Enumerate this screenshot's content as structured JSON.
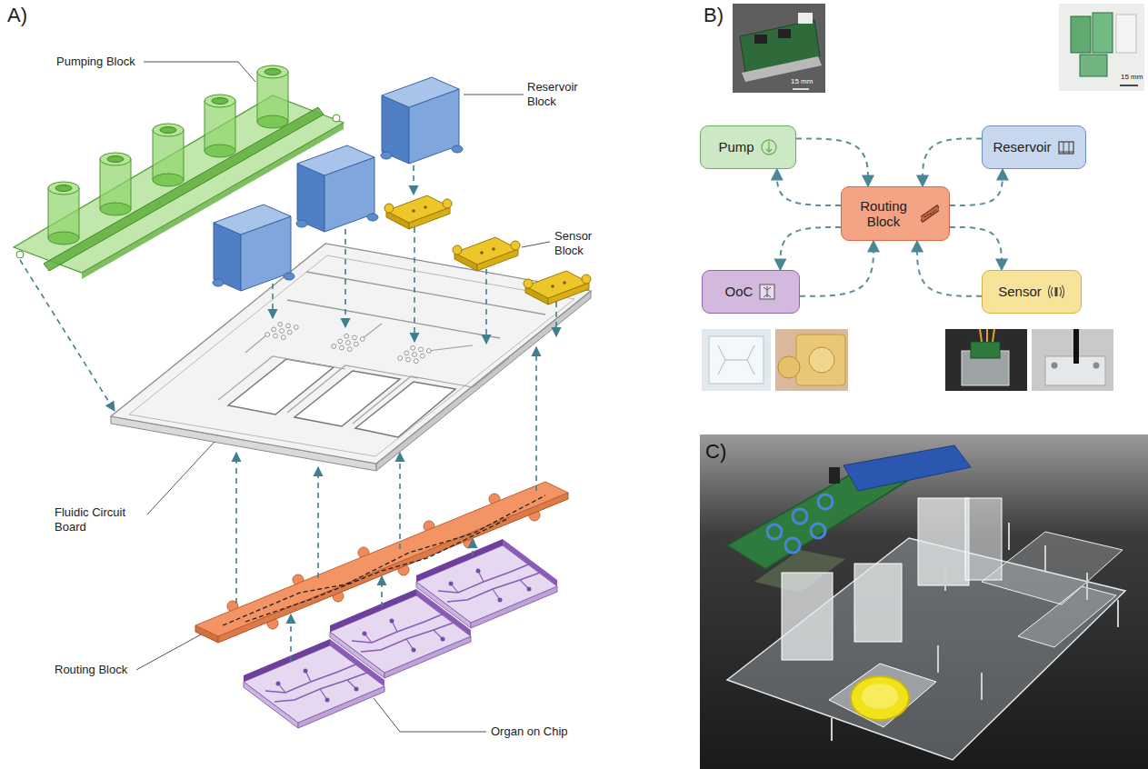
{
  "diagram": {
    "nodes": [
      {
        "text": [
          "Pump"
        ]
      },
      {
        "text": [
          "Reservoir"
        ]
      },
      {
        "text": [
          "Routing Block"
        ]
      },
      {
        "text": [
          "OoC"
        ]
      },
      {
        "text": [
          "Sensor"
        ]
      }
    ],
    "edges": [
      {
        "from": 0,
        "to": 2,
        "arrow": "to"
      },
      {
        "from": 2,
        "to": 0,
        "arrow": "to"
      },
      {
        "from": 1,
        "to": 2,
        "arrow": "to"
      },
      {
        "from": 2,
        "to": 1,
        "arrow": "to"
      },
      {
        "from": 2,
        "to": 3,
        "arrow": "to"
      },
      {
        "from": 3,
        "to": 2,
        "arrow": "to"
      },
      {
        "from": 2,
        "to": 4,
        "arrow": "to"
      },
      {
        "from": 4,
        "to": 2,
        "arrow": "to"
      }
    ],
    "labels": [
      "A)",
      "Pumping Block",
      "Reservoir Block",
      "Sensor Block",
      "Fluidic Circuit Board",
      "Routing Block",
      "Organ on Chip",
      "B)",
      "15 mm",
      "15 mm",
      "C)"
    ]
  }
}
